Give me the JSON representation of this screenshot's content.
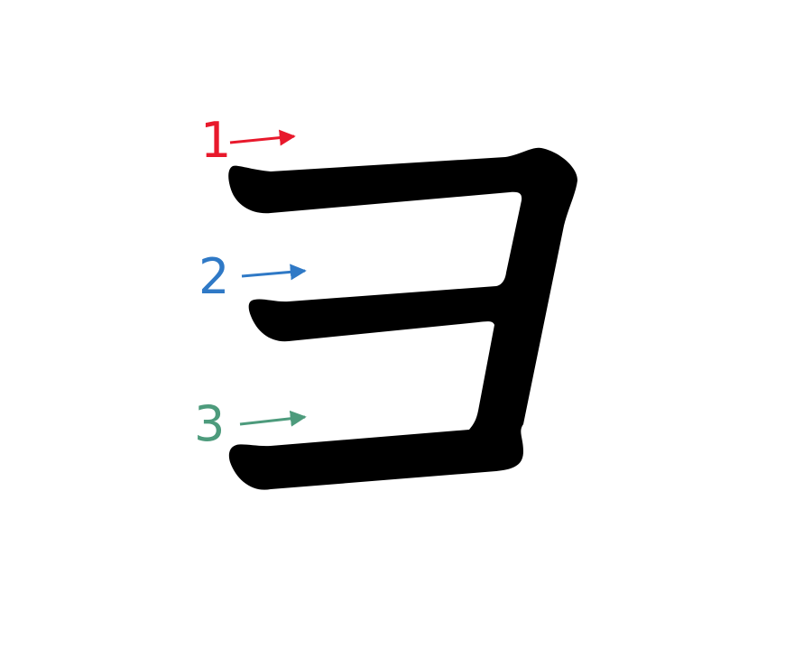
{
  "character": "ヨ",
  "character_color": "#000000",
  "strokes": [
    {
      "number": "1",
      "color": "#e8192c"
    },
    {
      "number": "2",
      "color": "#2f79c6"
    },
    {
      "number": "3",
      "color": "#4d9b7c"
    }
  ]
}
